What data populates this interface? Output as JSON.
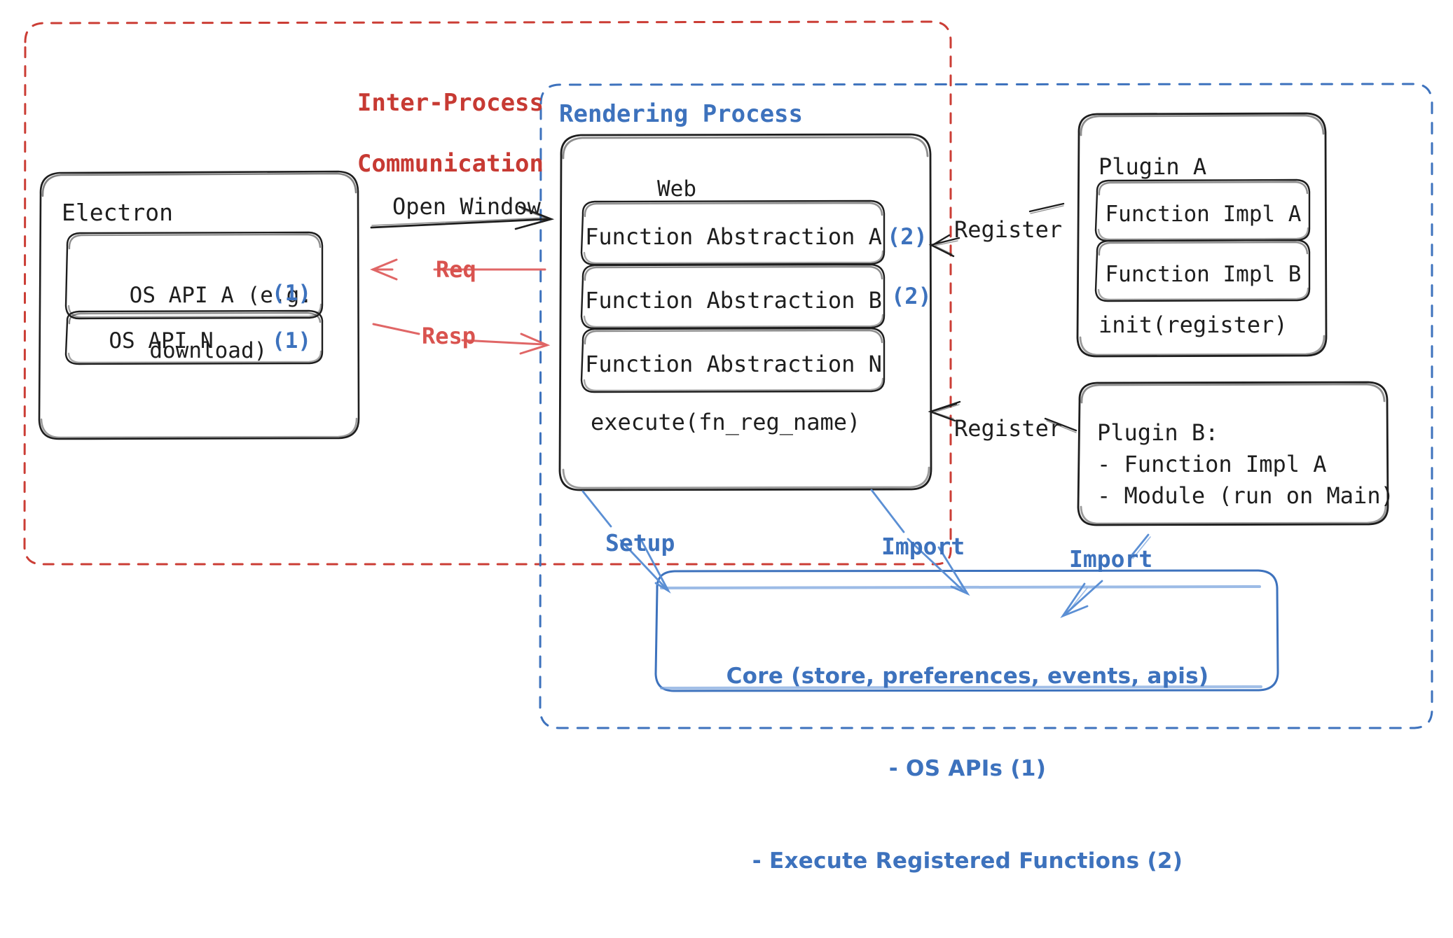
{
  "diagram": {
    "title_region_red": "Inter-Process Communication",
    "title_region_blue": "Rendering Process"
  },
  "regions": {
    "ipc": {
      "label_line1": "Inter-Process",
      "label_line2": "Communication",
      "color": "#c73a33",
      "style": "dashed"
    },
    "rendering": {
      "label": "Rendering Process",
      "color": "#3d72bd",
      "style": "dashed"
    }
  },
  "electron": {
    "title": "Electron",
    "apis": [
      {
        "line1": "OS API A (e.g.",
        "line2": "download)",
        "badge": "(1)"
      },
      {
        "line1": "OS API N",
        "line2": "",
        "badge": "(1)"
      }
    ]
  },
  "web": {
    "title": "Web",
    "abstractions": [
      {
        "label": "Function Abstraction A",
        "badge": "(2)"
      },
      {
        "label": "Function Abstraction B",
        "badge": "(2)"
      },
      {
        "label": "Function Abstraction N",
        "badge": ""
      }
    ],
    "footer": "execute(fn_reg_name)"
  },
  "plugin_a": {
    "title": "Plugin A",
    "impls": [
      "Function Impl A",
      "Function Impl B"
    ],
    "footer": "init(register)"
  },
  "plugin_b": {
    "title": "Plugin B:",
    "items": [
      "- Function Impl A",
      "- Module (run on Main)"
    ]
  },
  "core": {
    "line1": "Core (store, preferences, events, apis)",
    "line2": "- OS APIs (1)",
    "line3": "- Execute Registered Functions (2)",
    "color": "#3d72bd"
  },
  "arrows": {
    "open_window": {
      "label": "Open Window",
      "color": "#1e1e1e"
    },
    "req": {
      "label": "Req",
      "color": "#e06666"
    },
    "resp": {
      "label": "Resp",
      "color": "#e06666"
    },
    "register_a": {
      "label": "Register",
      "color": "#1e1e1e"
    },
    "register_b": {
      "label": "Register",
      "color": "#1e1e1e"
    },
    "setup": {
      "label": "Setup",
      "color": "#3d72bd"
    },
    "import_web": {
      "label": "Import",
      "color": "#3d72bd"
    },
    "import_plugin": {
      "label": "Import",
      "color": "#3d72bd"
    }
  },
  "palette": {
    "ink": "#1e1e1e",
    "red": "#c73a33",
    "red_arrow": "#e06666",
    "blue": "#3d72bd",
    "blue_light": "#5b8fd4",
    "white": "#ffffff"
  }
}
